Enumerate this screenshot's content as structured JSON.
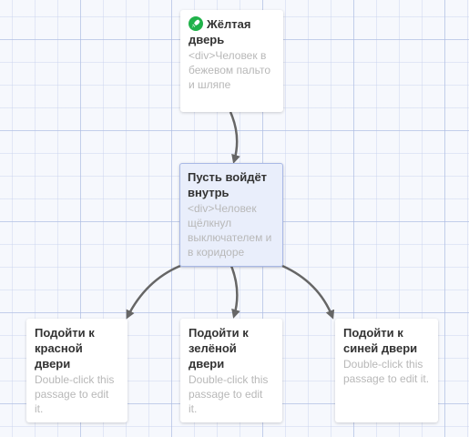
{
  "passages": [
    {
      "title": "Жёлтая дверь",
      "excerpt": "<div>Человек в бежевом пальто и шляпе",
      "start": true
    },
    {
      "title": "Пусть войдёт внутрь",
      "excerpt": "<div>Человек щёлкнул выключателем и в коридоре",
      "selected": true
    },
    {
      "title": "Подойти к красной двери",
      "excerpt": "Double-click this passage to edit it."
    },
    {
      "title": "Подойти к зелёной двери",
      "excerpt": "Double-click this passage to edit it."
    },
    {
      "title": "Подойти к синей двери",
      "excerpt": "Double-click this passage to edit it."
    }
  ],
  "colors": {
    "start_icon": "#20b24a",
    "arrow": "#666666",
    "selected_border": "#a9b9e6"
  },
  "icons": {
    "start": "rocket-icon"
  }
}
